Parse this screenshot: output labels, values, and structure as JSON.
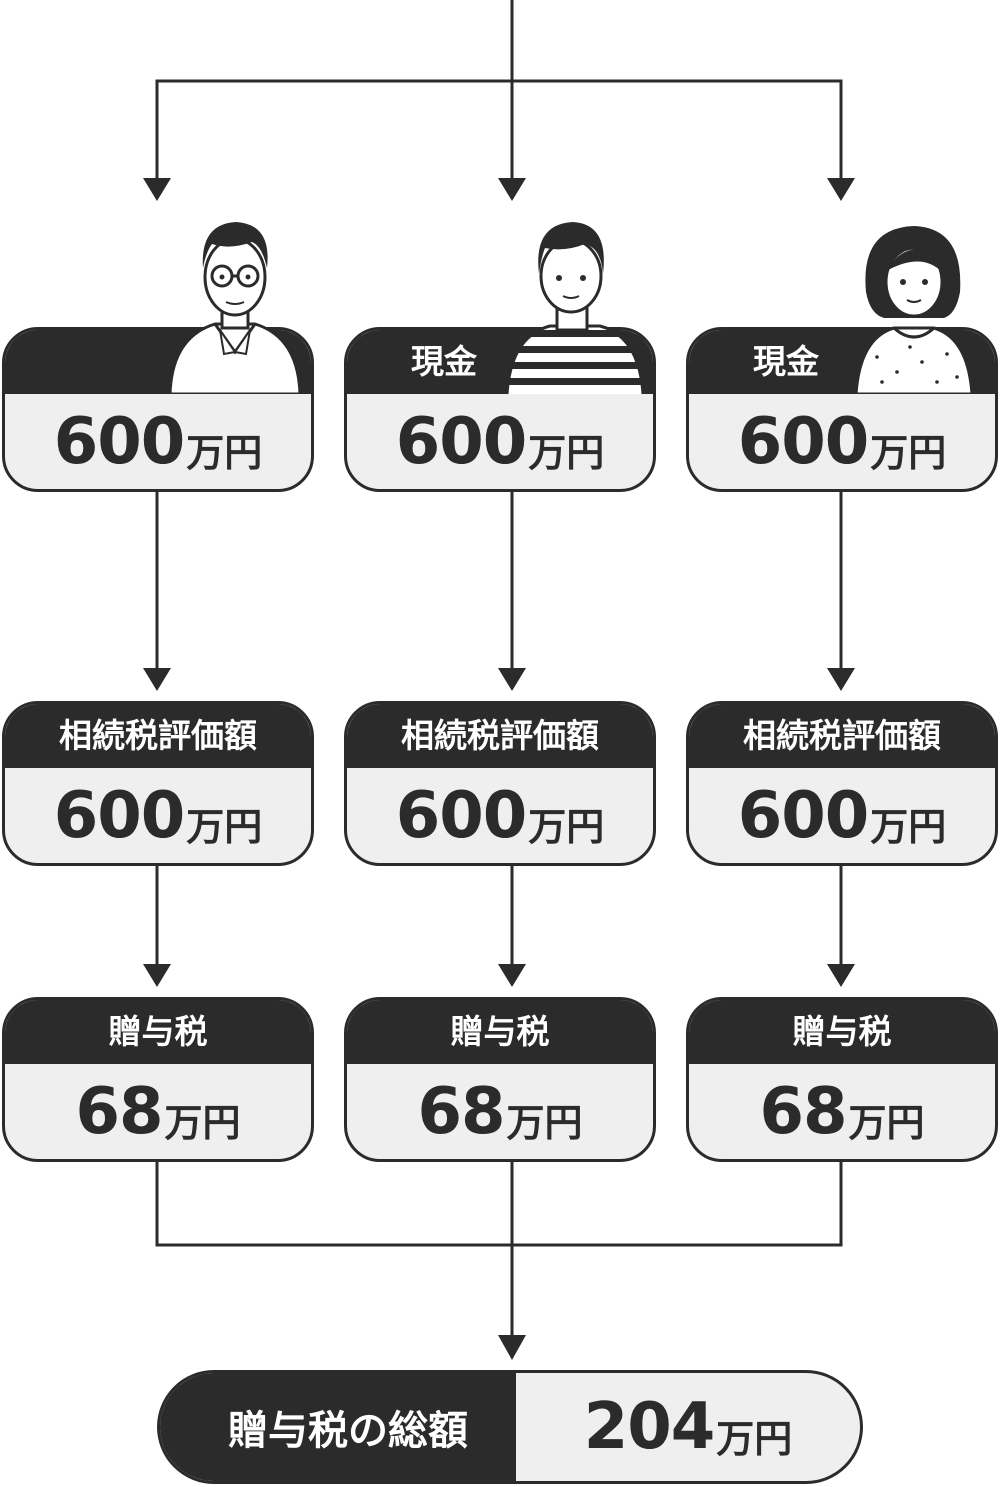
{
  "recipients": [
    {
      "person": "older-man-with-glasses",
      "gift": {
        "label": "",
        "amount": "600",
        "unit": "万円"
      },
      "valuation": {
        "label": "相続税評価額",
        "amount": "600",
        "unit": "万円"
      },
      "tax": {
        "label": "贈与税",
        "amount": "68",
        "unit": "万円"
      }
    },
    {
      "person": "young-man-striped-shirt",
      "gift": {
        "label": "現金",
        "amount": "600",
        "unit": "万円"
      },
      "valuation": {
        "label": "相続税評価額",
        "amount": "600",
        "unit": "万円"
      },
      "tax": {
        "label": "贈与税",
        "amount": "68",
        "unit": "万円"
      }
    },
    {
      "person": "woman-dotted-top",
      "gift": {
        "label": "現金",
        "amount": "600",
        "unit": "万円"
      },
      "valuation": {
        "label": "相続税評価額",
        "amount": "600",
        "unit": "万円"
      },
      "tax": {
        "label": "贈与税",
        "amount": "68",
        "unit": "万円"
      }
    }
  ],
  "total": {
    "label": "贈与税の総額",
    "amount": "204",
    "unit": "万円"
  },
  "colors": {
    "dark": "#2b2b2b",
    "light": "#efefef"
  }
}
